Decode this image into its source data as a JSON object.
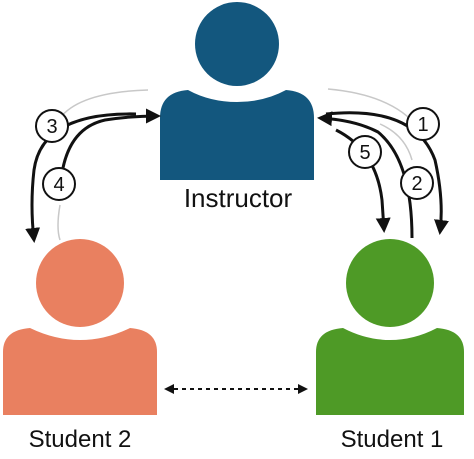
{
  "nodes": {
    "instructor": {
      "label": "Instructor",
      "color": "#13577e"
    },
    "student2": {
      "label": "Student 2",
      "color": "#e98060"
    },
    "student1": {
      "label": "Student 1",
      "color": "#4e9a26"
    }
  },
  "steps": [
    "1",
    "2",
    "3",
    "4",
    "5"
  ],
  "arrow_color": "#111111",
  "guide_color": "#c8c8c8"
}
